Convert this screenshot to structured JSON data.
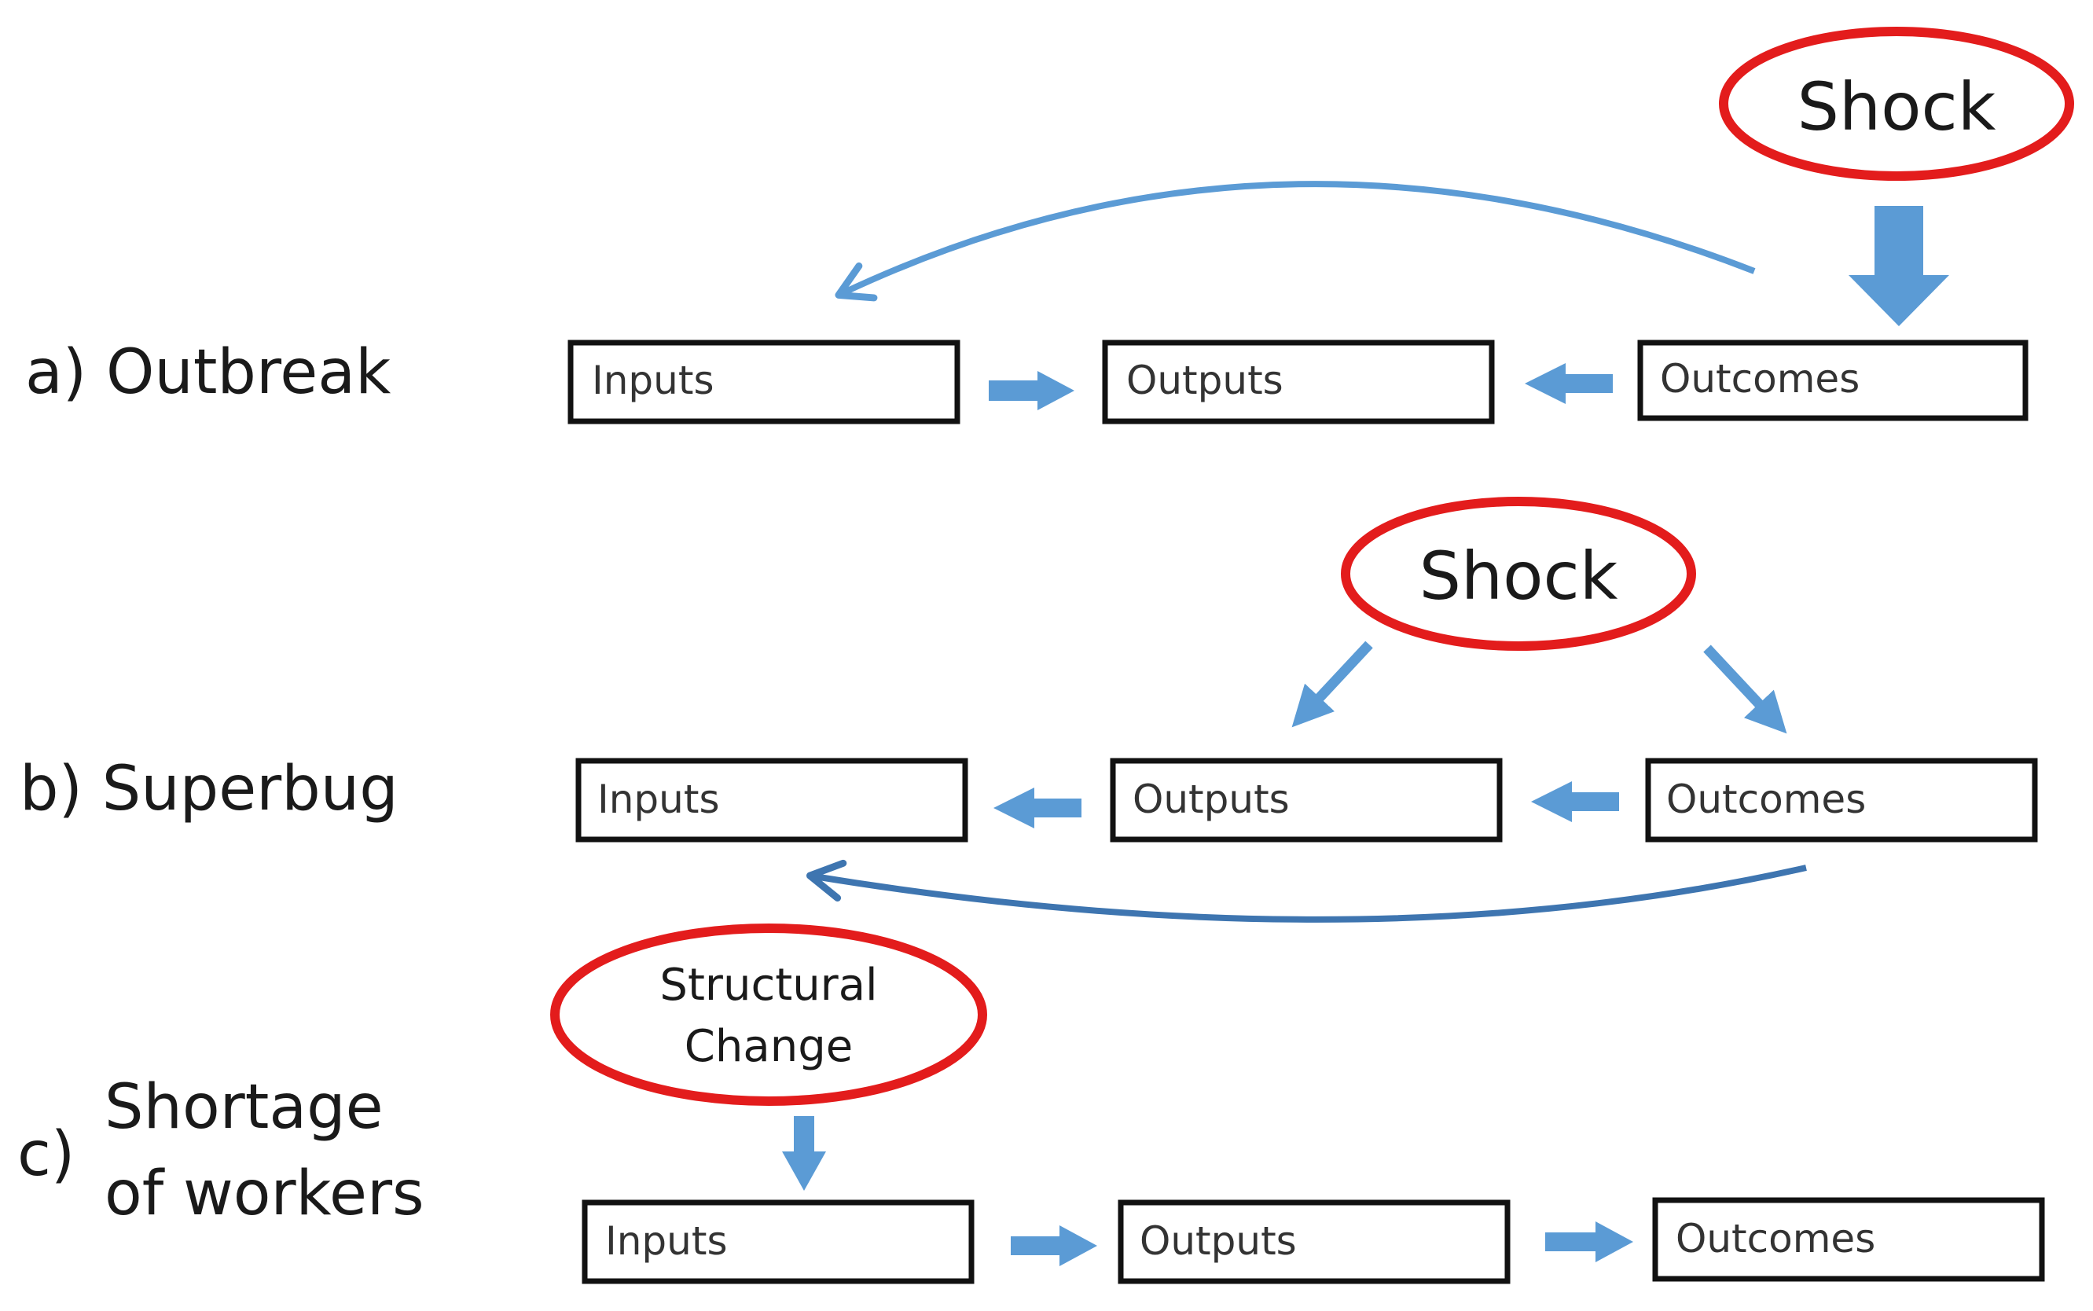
{
  "colors": {
    "arrow": "#5b9bd5",
    "arrow_dark": "#3e75b0",
    "shock_outline": "#e31c1c",
    "box_outline": "#111111"
  },
  "rows": {
    "a": {
      "label": "a) Outbreak",
      "shock": "Shock",
      "boxes": [
        "Inputs",
        "Outputs",
        "Outcomes"
      ]
    },
    "b": {
      "label": "b) Superbug",
      "shock": "Shock",
      "boxes": [
        "Inputs",
        "Outputs",
        "Outcomes"
      ]
    },
    "c": {
      "label_prefix": "c)",
      "label_lines": [
        "Shortage",
        "of workers"
      ],
      "shock_lines": [
        "Structural",
        "Change"
      ],
      "boxes": [
        "Inputs",
        "Outputs",
        "Outcomes"
      ]
    }
  }
}
